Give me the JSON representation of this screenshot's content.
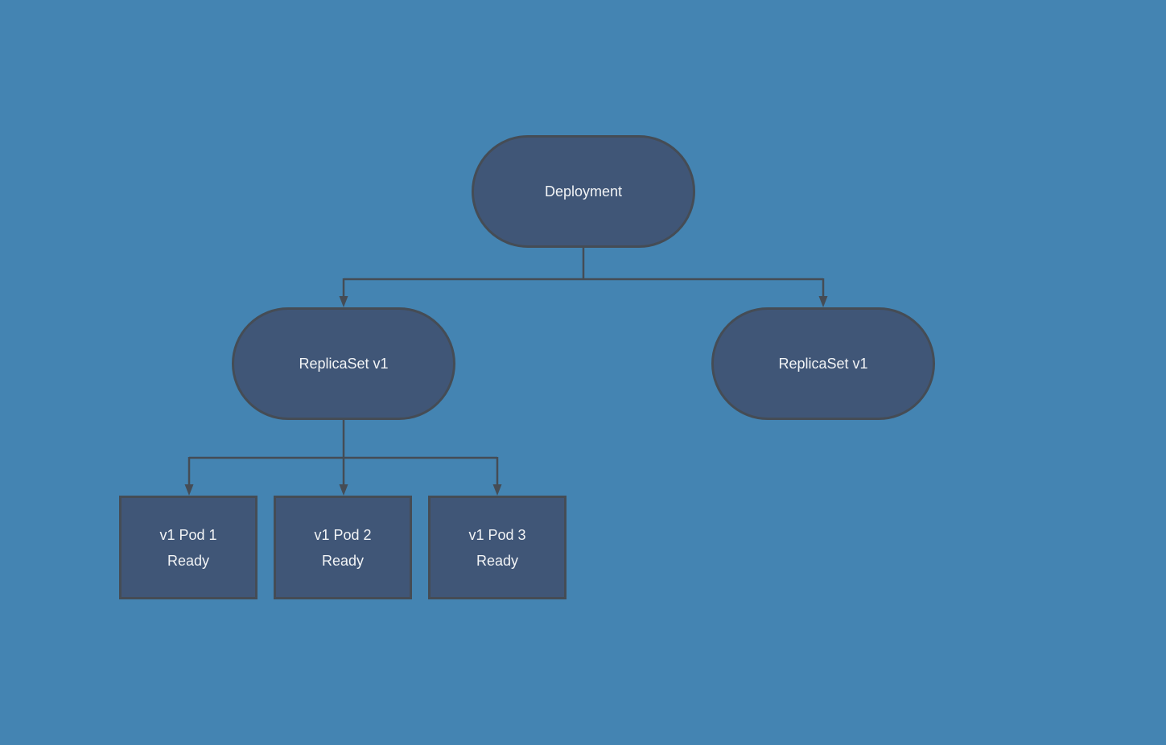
{
  "canvas": {
    "background_color": "#4484B2"
  },
  "colors": {
    "node_fill": "#405677",
    "node_border": "#454C55",
    "connector": "#454C55",
    "text": "#F2F4F6"
  },
  "diagram": {
    "root": {
      "label": "Deployment"
    },
    "replicasets": [
      {
        "label": "ReplicaSet v1"
      },
      {
        "label": "ReplicaSet v1"
      }
    ],
    "pods": [
      {
        "title": "v1 Pod 1",
        "status": "Ready"
      },
      {
        "title": "v1 Pod 2",
        "status": "Ready"
      },
      {
        "title": "v1 Pod 3",
        "status": "Ready"
      }
    ]
  }
}
